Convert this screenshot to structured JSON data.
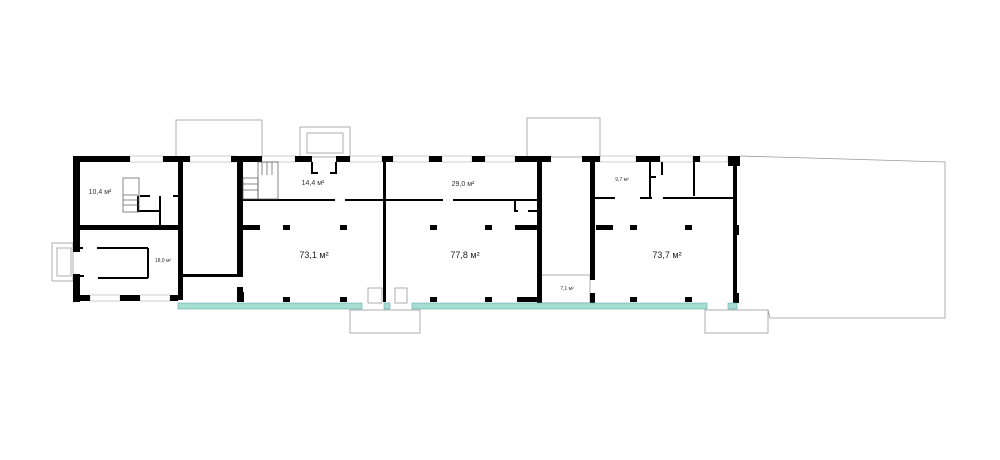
{
  "plan": {
    "rooms": [
      {
        "id": "room-1",
        "area": "10,4 м²"
      },
      {
        "id": "room-2",
        "area": "18,9 м²"
      },
      {
        "id": "room-3",
        "area": "14,4 м²"
      },
      {
        "id": "room-4",
        "area": "73,1 м²"
      },
      {
        "id": "room-5",
        "area": "29,0 м²"
      },
      {
        "id": "room-6",
        "area": "77,8 м²"
      },
      {
        "id": "room-7",
        "area": "7,1 м²"
      },
      {
        "id": "room-8",
        "area": "9,7 м²"
      },
      {
        "id": "room-9",
        "area": "73,7 м²"
      }
    ],
    "colors": {
      "walls": "#000000",
      "terrace": "#a6dfd2",
      "outline": "#999999"
    }
  }
}
